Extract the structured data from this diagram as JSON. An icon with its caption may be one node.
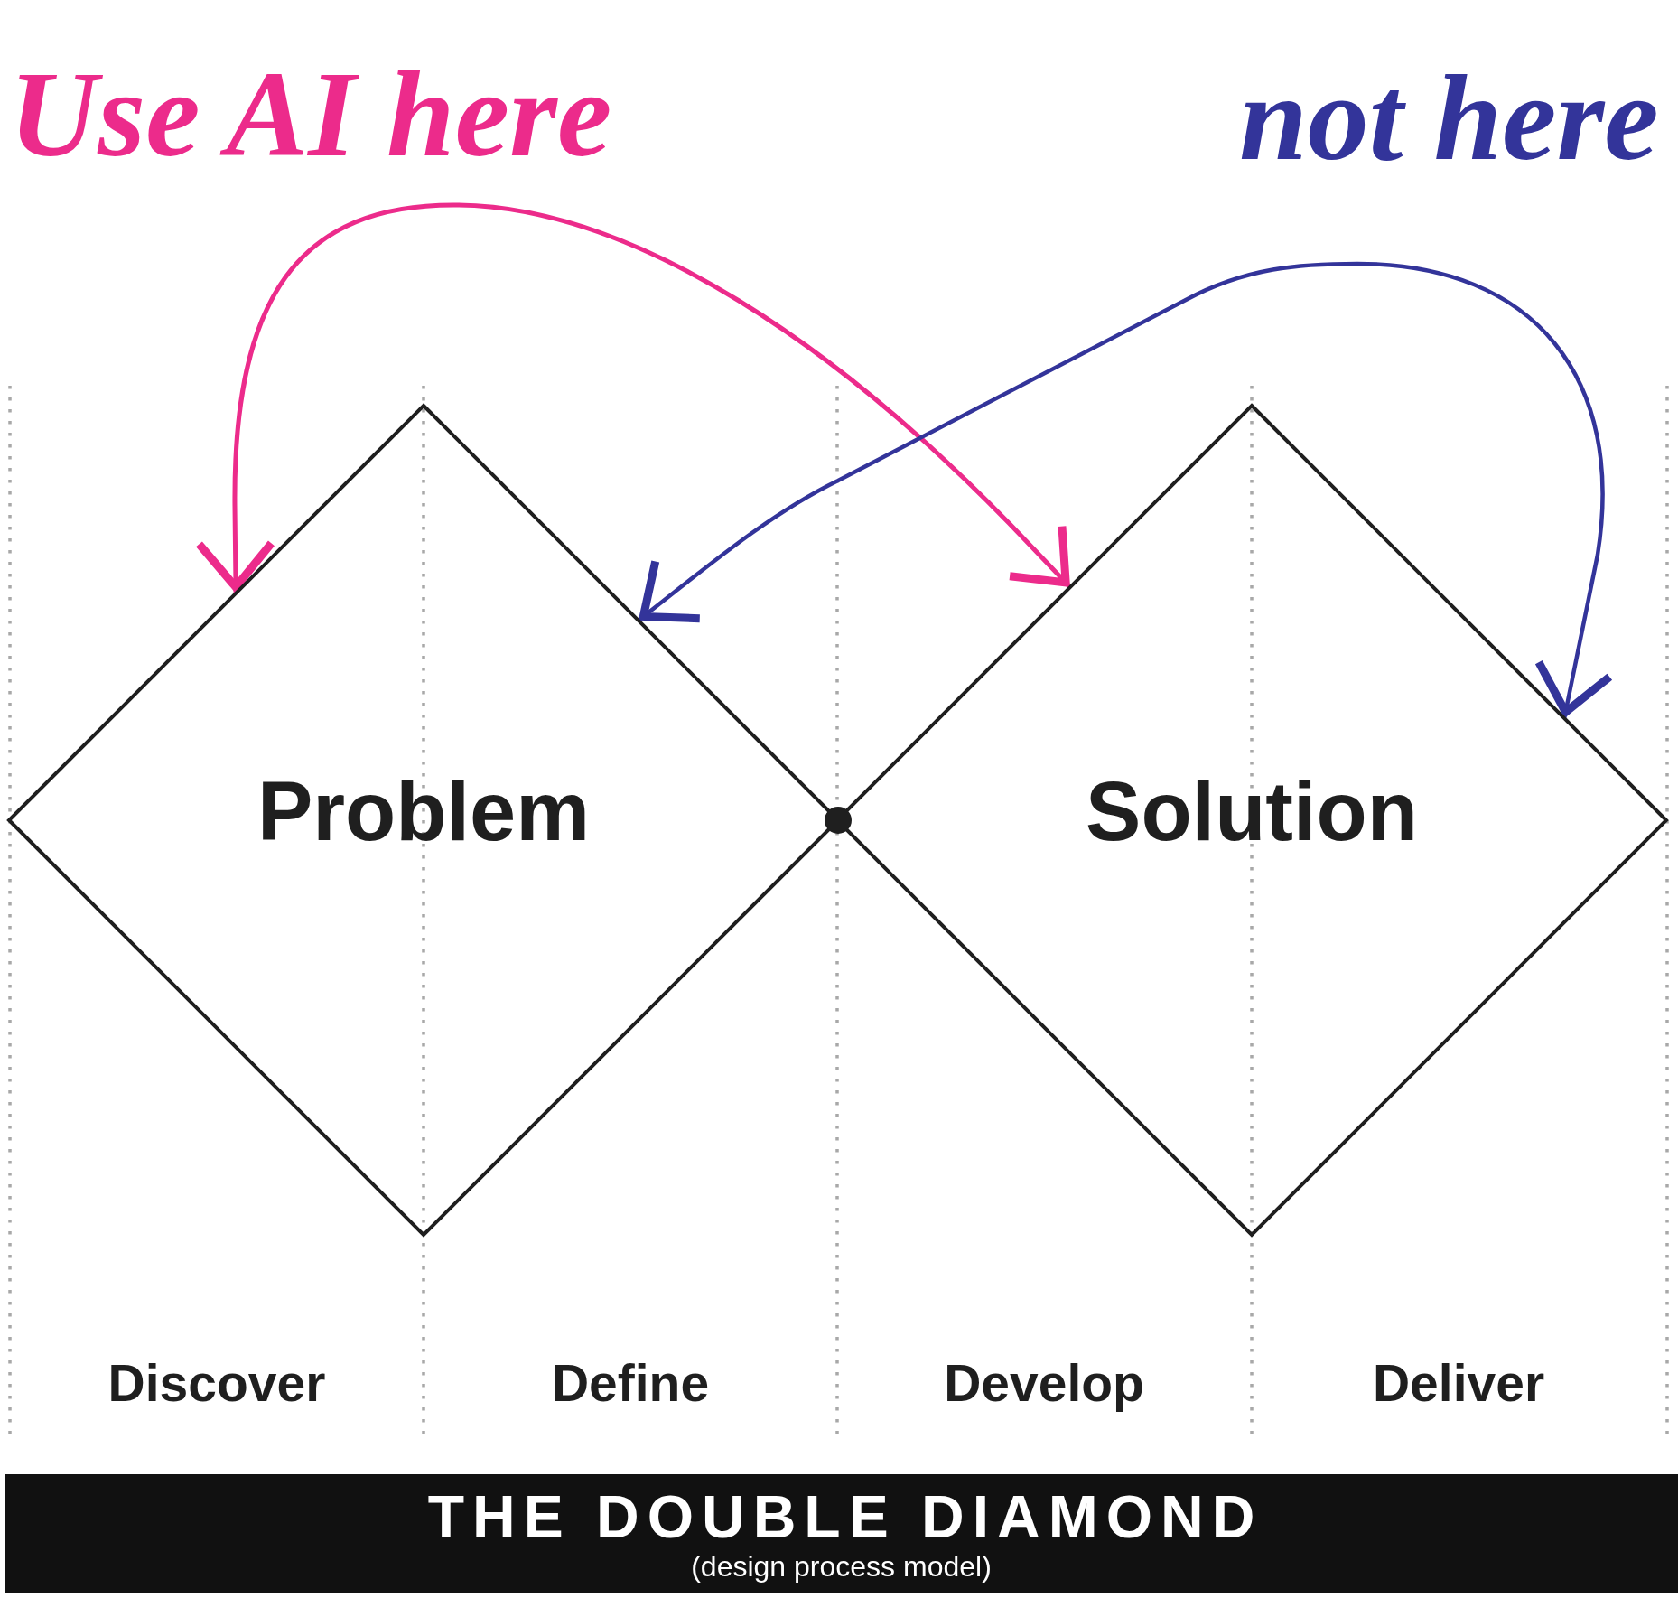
{
  "diagram": {
    "title": "THE DOUBLE DIAMOND",
    "caption": "(design process model)",
    "nodes": [
      {
        "text": [
          "Problem"
        ]
      },
      {
        "text": [
          "Solution"
        ]
      }
    ],
    "edges": [
      {
        "from": 0,
        "to": 1,
        "arrow": "both",
        "label": "Use AI here",
        "color": "#ec2b8b"
      },
      {
        "from": 0,
        "to": 1,
        "arrow": "both",
        "label": "not here",
        "color": "#33349a"
      }
    ],
    "labels": [
      "Discover",
      "Define",
      "Develop",
      "Deliver"
    ]
  }
}
